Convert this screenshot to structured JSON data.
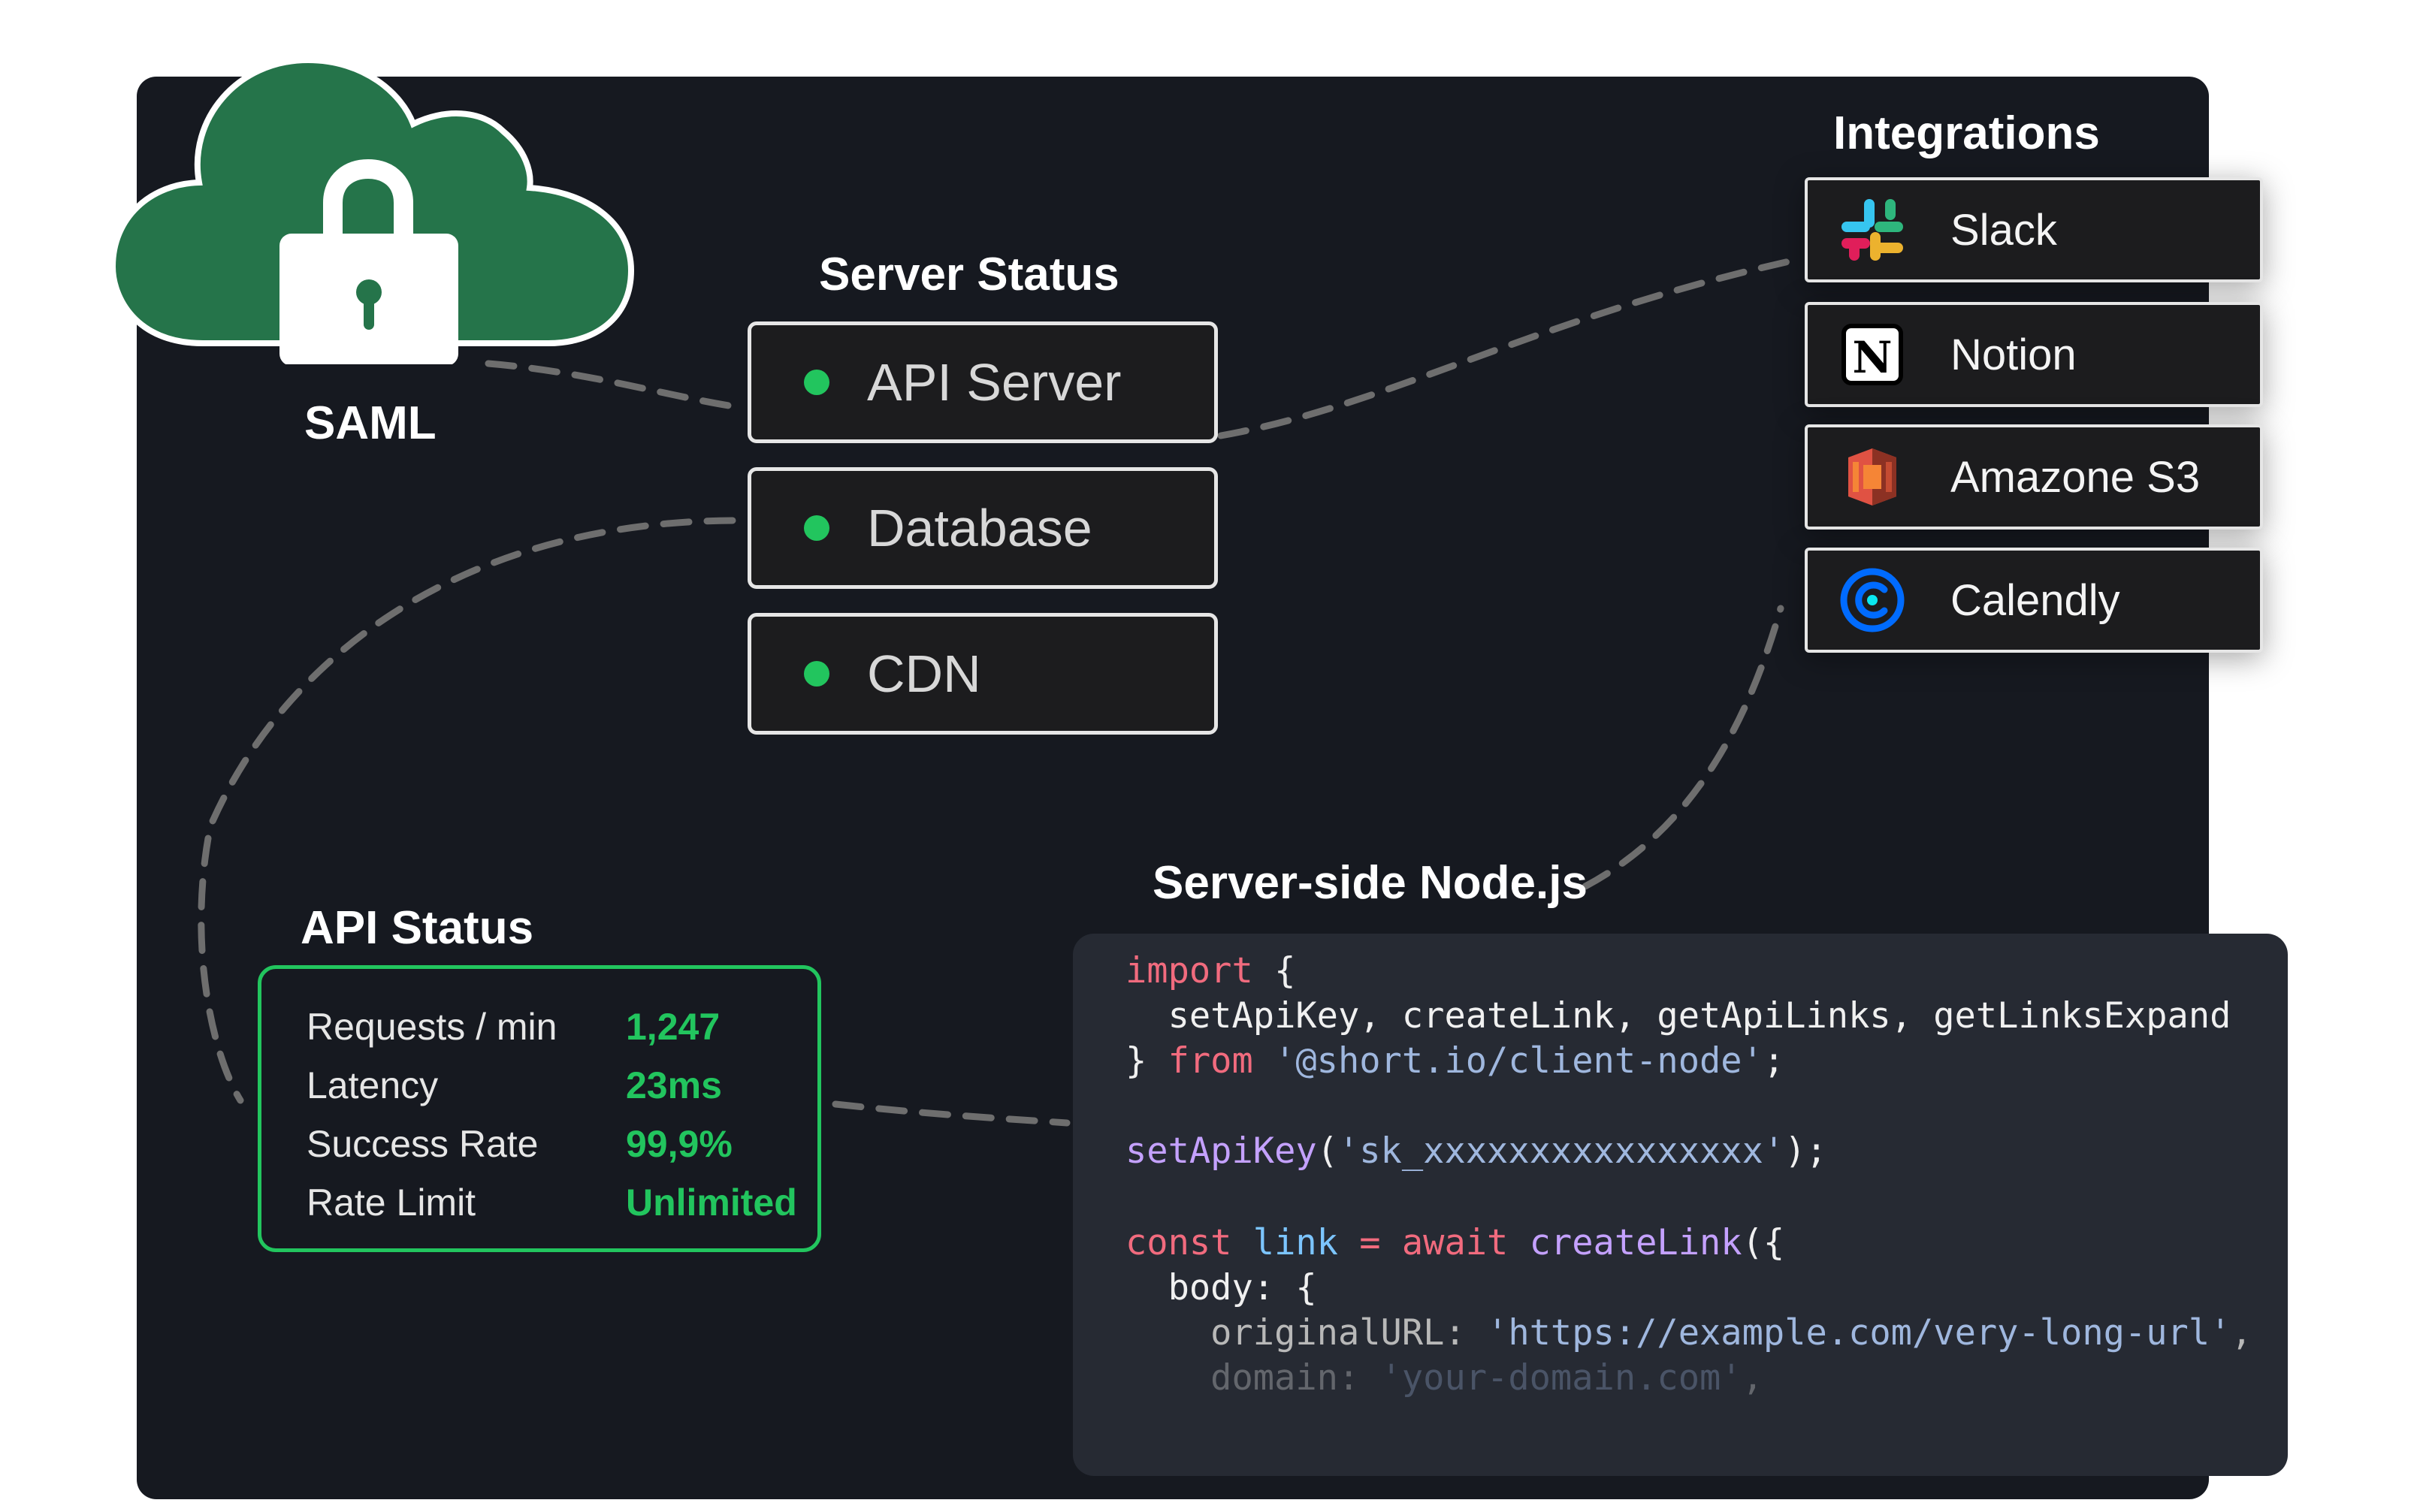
{
  "saml": {
    "label": "SAML"
  },
  "server_status": {
    "title": "Server Status",
    "items": [
      {
        "label": "API Server",
        "status_color": "#22c55e"
      },
      {
        "label": "Database",
        "status_color": "#22c55e"
      },
      {
        "label": "CDN",
        "status_color": "#22c55e"
      }
    ]
  },
  "integrations": {
    "title": "Integrations",
    "items": [
      {
        "label": "Slack",
        "icon": "slack-icon"
      },
      {
        "label": "Notion",
        "icon": "notion-icon"
      },
      {
        "label": "Amazone S3",
        "icon": "amazon-s3-icon"
      },
      {
        "label": "Calendly",
        "icon": "calendly-icon"
      }
    ]
  },
  "api_status": {
    "title": "API Status",
    "rows": [
      {
        "key": "Requests / min",
        "value": "1,247"
      },
      {
        "key": "Latency",
        "value": "23ms"
      },
      {
        "key": "Success Rate",
        "value": "99,9%"
      },
      {
        "key": "Rate Limit",
        "value": "Unlimited"
      }
    ]
  },
  "code": {
    "title": "Server-side Node.js",
    "lines": {
      "l1_kw": "import",
      "l1_rest": " {",
      "l2": "  setApiKey, createLink, getApiLinks, getLinksExpand",
      "l3_a": "} ",
      "l3_kw": "from",
      "l3_sp": " ",
      "l3_str": "'@short.io/client-node'",
      "l3_end": ";",
      "l4_fn": "setApiKey",
      "l4_a": "(",
      "l4_str": "'sk_xxxxxxxxxxxxxxxx'",
      "l4_end": ");",
      "l5_kw": "const",
      "l5_sp": " ",
      "l5_var": "link",
      "l5_eq": " = ",
      "l5_kw2": "await",
      "l5_sp2": " ",
      "l5_fn": "createLink",
      "l5_end": "({",
      "l6": "  body: {",
      "l7_a": "    originalURL: ",
      "l7_str": "'https://example.com/very-long-url'",
      "l7_end": ",",
      "l8_a": "    domain: ",
      "l8_str": "'your-domain.com'",
      "l8_end": ","
    }
  },
  "colors": {
    "panel": "#161920",
    "code_bg": "#262a33",
    "accent_green": "#22c55e",
    "cloud_green": "#25744a",
    "keyword": "#f16b7e",
    "function": "#c4a1ff",
    "string": "#9fb7de"
  }
}
